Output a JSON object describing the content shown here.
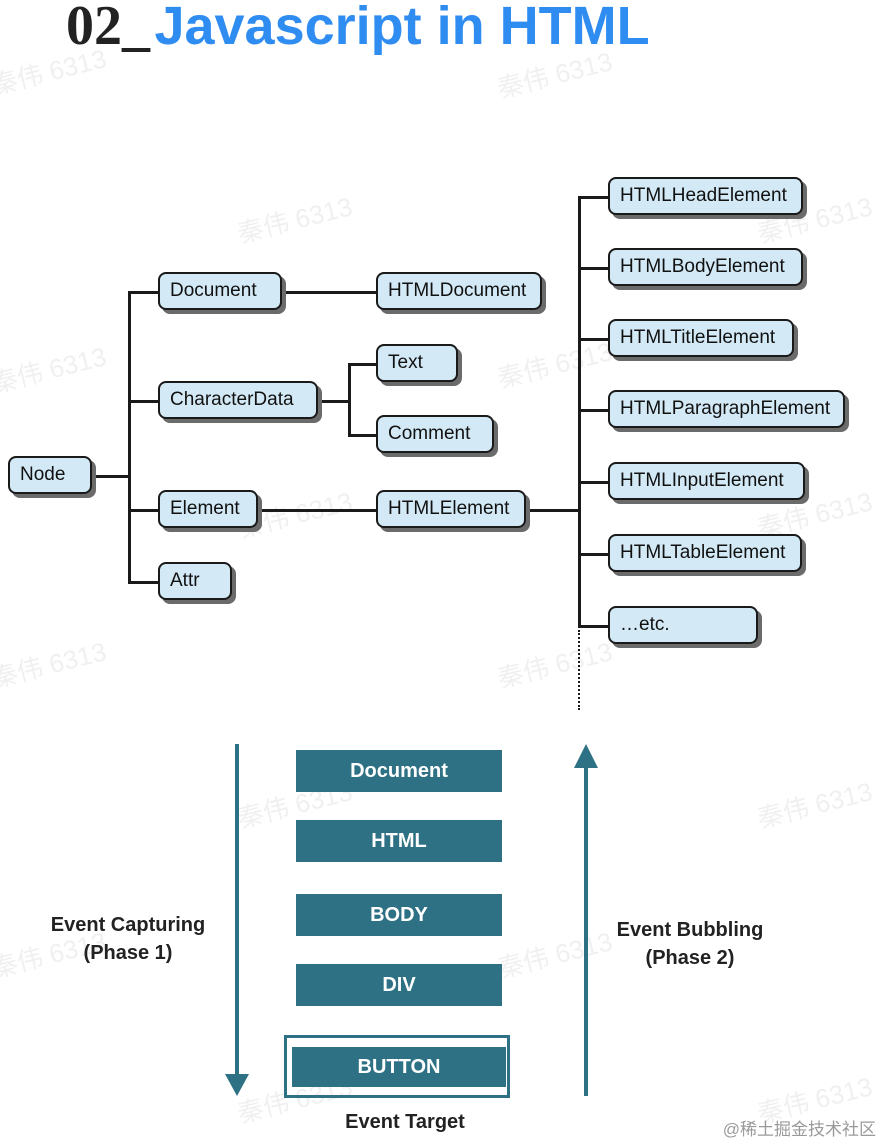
{
  "title": {
    "prefix": "02_",
    "text": "Javascript in HTML"
  },
  "watermark": "秦伟 6313",
  "footer_mark": "@稀土掘金技术社区",
  "colors": {
    "title_blue": "#2f8cf0",
    "node_fill": "#d3e9f6",
    "node_border": "#1a1a1a",
    "event_teal": "#2e7184"
  },
  "tree": {
    "node": "Node",
    "document": "Document",
    "characterdata": "CharacterData",
    "element": "Element",
    "attr": "Attr",
    "htmldocument": "HTMLDocument",
    "text": "Text",
    "comment": "Comment",
    "htmlelement": "HTMLElement",
    "subtypes": [
      "HTMLHeadElement",
      "HTMLBodyElement",
      "HTMLTitleElement",
      "HTMLParagraphElement",
      "HTMLInputElement",
      "HTMLTableElement",
      "…etc."
    ]
  },
  "events": {
    "layers": [
      "Document",
      "HTML",
      "BODY",
      "DIV"
    ],
    "target": "BUTTON",
    "target_label": "Event Target",
    "capturing": [
      "Event Capturing",
      "(Phase 1)"
    ],
    "bubbling": [
      "Event Bubbling",
      "(Phase 2)"
    ]
  }
}
